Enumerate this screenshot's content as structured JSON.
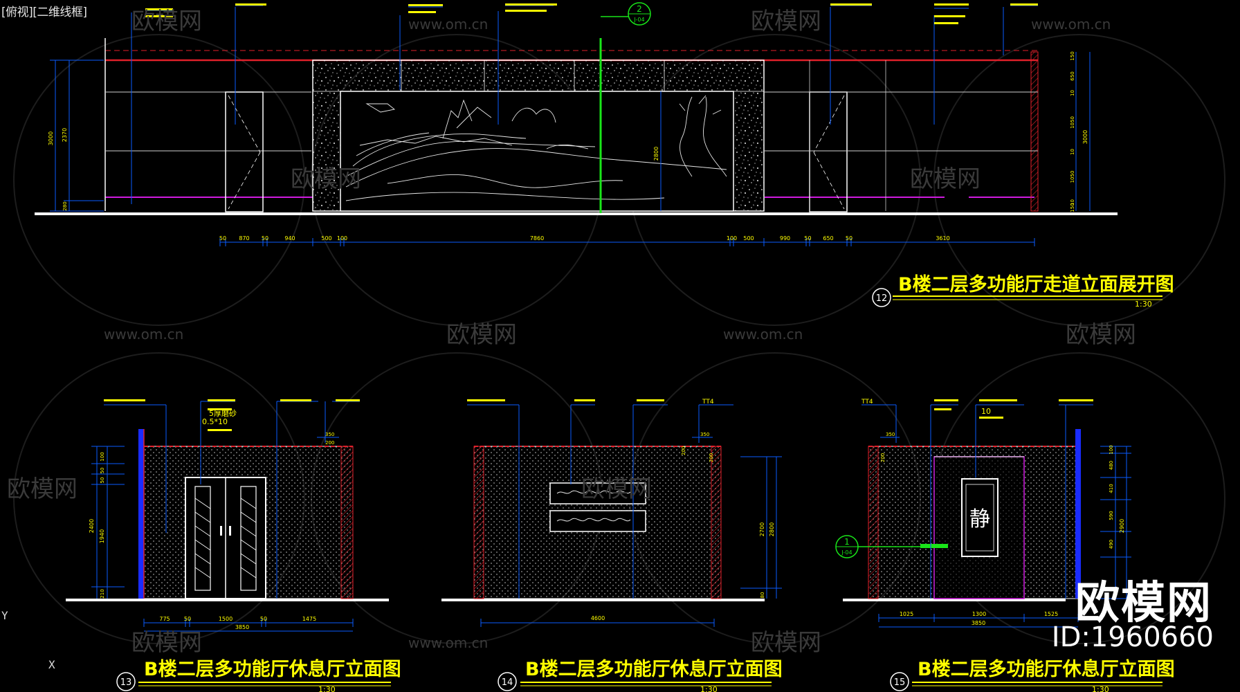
{
  "viewport_label": "[俯视][二维线框]",
  "watermark": {
    "site": "www.om.cn",
    "logo": "欧模网"
  },
  "brand": {
    "name": "欧模网",
    "id": "ID:1960660"
  },
  "ucs": {
    "y": "Y",
    "x": "X"
  },
  "colors": {
    "background": "#000000",
    "title": "#ffff00",
    "dimension": "#0a5cff",
    "outline": "#ffffff",
    "ceiling_line": "#e0202a",
    "magenta": "#d01adf",
    "section_marker": "#19e619"
  },
  "drawings": [
    {
      "number": "12",
      "title": "B楼二层多功能厅走道立面展开图",
      "scale": "1:30",
      "dimensions": [
        "50",
        "870",
        "50",
        "940",
        "500",
        "100",
        "7860",
        "100",
        "500",
        "990",
        "50",
        "650",
        "50",
        "3610"
      ],
      "height_dims": [
        "3000",
        "2370",
        "280"
      ],
      "right_dims": [
        "150",
        "650",
        "10",
        "1050",
        "10",
        "1050",
        "10",
        "150",
        "3000"
      ],
      "center_dim": "2800",
      "section_marker": {
        "top": "2",
        "bottom": "J-04"
      }
    },
    {
      "number": "13",
      "title": "B楼二层多功能厅休息厅立面图",
      "scale": "1:30",
      "dimensions": [
        "775",
        "50",
        "1500",
        "50",
        "1475"
      ],
      "total": "3850",
      "top_dims": [
        "350",
        "200"
      ],
      "left_dims": [
        "100",
        "50",
        "50",
        "2400",
        "1940",
        "210"
      ],
      "notes": [
        "5厚磨砂",
        "0.5*10"
      ]
    },
    {
      "number": "14",
      "title": "B楼二层多功能厅休息厅立面图",
      "scale": "1:30",
      "dimensions": [
        "4600"
      ],
      "top_dims": [
        "350",
        "200",
        "200"
      ],
      "right_dims": [
        "2700",
        "2800",
        "80"
      ],
      "notes": [
        "TT4"
      ]
    },
    {
      "number": "15",
      "title": "B楼二层多功能厅休息厅立面图",
      "scale": "1:30",
      "dimensions": [
        "1025",
        "1300",
        "1525"
      ],
      "total": "3850",
      "top_dims": [
        "350",
        "200"
      ],
      "right_dims": [
        "100",
        "480",
        "410",
        "590",
        "490",
        "2900"
      ],
      "artwork_char": "静",
      "section_marker": {
        "top": "1",
        "bottom": "J-04"
      },
      "notes": [
        "TT4",
        "10"
      ]
    }
  ]
}
